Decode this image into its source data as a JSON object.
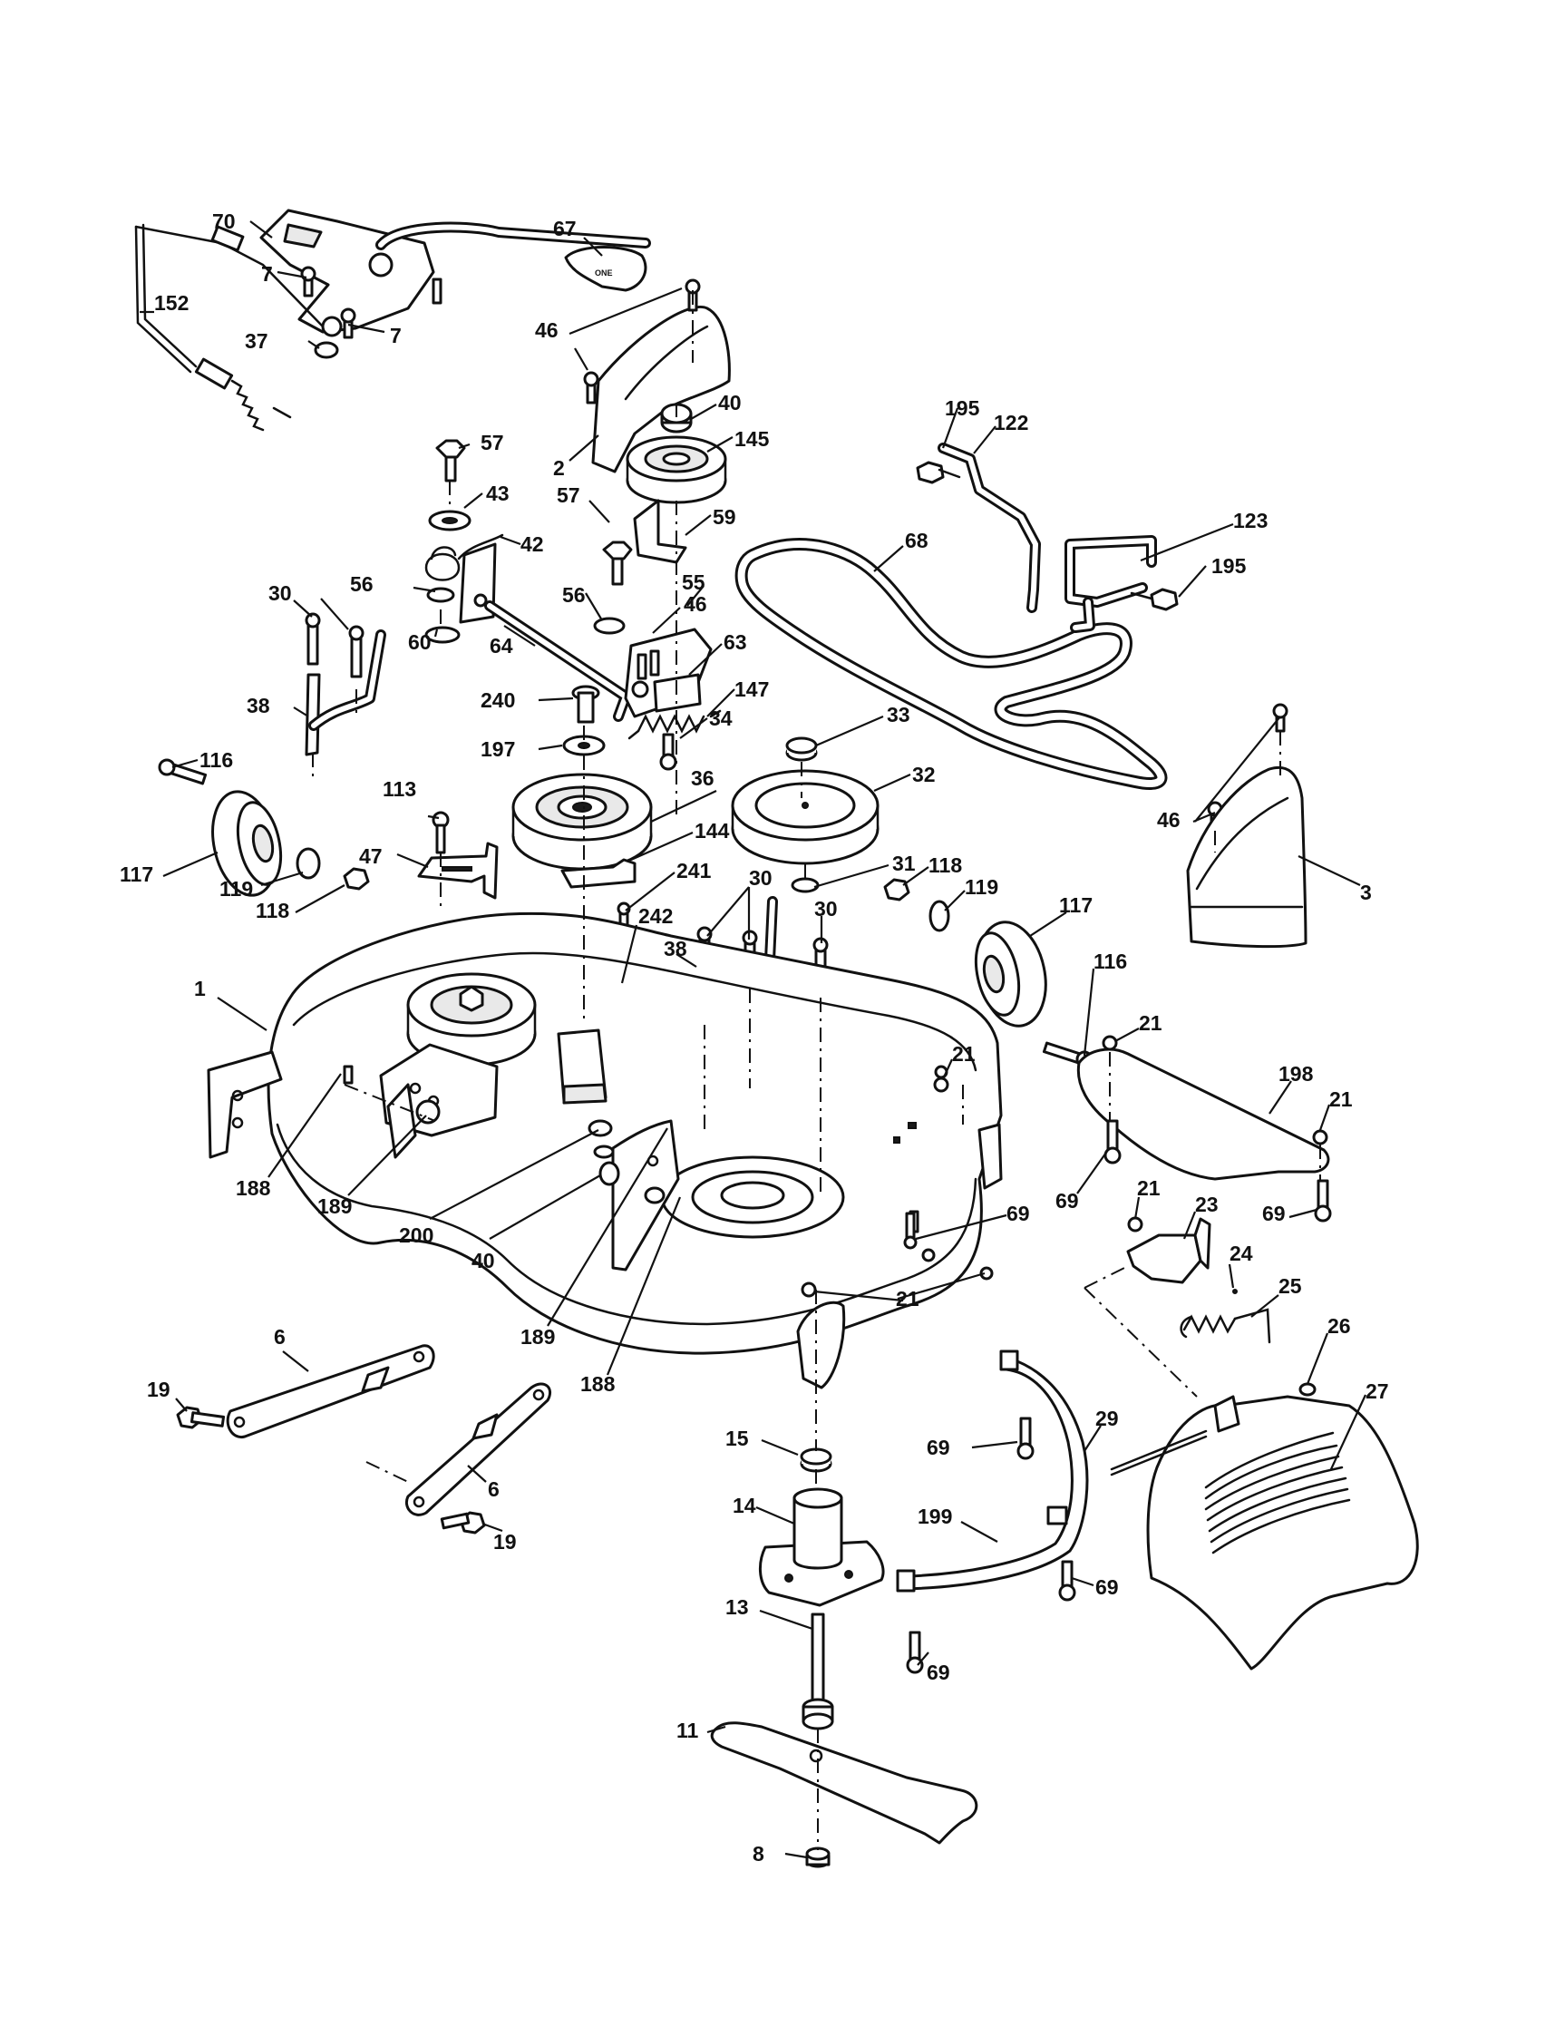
{
  "diagram": {
    "callouts": [
      {
        "id": "70",
        "label": "70"
      },
      {
        "id": "67",
        "label": "67"
      },
      {
        "id": "7a",
        "label": "7"
      },
      {
        "id": "7b",
        "label": "7"
      },
      {
        "id": "152",
        "label": "152"
      },
      {
        "id": "37",
        "label": "37"
      },
      {
        "id": "46a",
        "label": "46"
      },
      {
        "id": "40a",
        "label": "40"
      },
      {
        "id": "2",
        "label": "2"
      },
      {
        "id": "145",
        "label": "145"
      },
      {
        "id": "57a",
        "label": "57"
      },
      {
        "id": "43",
        "label": "43"
      },
      {
        "id": "42",
        "label": "42"
      },
      {
        "id": "57b",
        "label": "57"
      },
      {
        "id": "59",
        "label": "59"
      },
      {
        "id": "195a",
        "label": "195"
      },
      {
        "id": "122",
        "label": "122"
      },
      {
        "id": "123",
        "label": "123"
      },
      {
        "id": "195b",
        "label": "195"
      },
      {
        "id": "68",
        "label": "68"
      },
      {
        "id": "30a",
        "label": "30"
      },
      {
        "id": "56a",
        "label": "56"
      },
      {
        "id": "56b",
        "label": "56"
      },
      {
        "id": "55",
        "label": "55"
      },
      {
        "id": "46b",
        "label": "46"
      },
      {
        "id": "60",
        "label": "60"
      },
      {
        "id": "64",
        "label": "64"
      },
      {
        "id": "63",
        "label": "63"
      },
      {
        "id": "38a",
        "label": "38"
      },
      {
        "id": "240",
        "label": "240"
      },
      {
        "id": "147",
        "label": "147"
      },
      {
        "id": "34",
        "label": "34"
      },
      {
        "id": "197",
        "label": "197"
      },
      {
        "id": "33",
        "label": "33"
      },
      {
        "id": "116a",
        "label": "116"
      },
      {
        "id": "36",
        "label": "36"
      },
      {
        "id": "32",
        "label": "32"
      },
      {
        "id": "113",
        "label": "113"
      },
      {
        "id": "144",
        "label": "144"
      },
      {
        "id": "46c",
        "label": "46"
      },
      {
        "id": "47",
        "label": "47"
      },
      {
        "id": "31",
        "label": "31"
      },
      {
        "id": "3",
        "label": "3"
      },
      {
        "id": "117a",
        "label": "117"
      },
      {
        "id": "119a",
        "label": "119"
      },
      {
        "id": "118a",
        "label": "118"
      },
      {
        "id": "241",
        "label": "241"
      },
      {
        "id": "118b",
        "label": "118"
      },
      {
        "id": "30b",
        "label": "30"
      },
      {
        "id": "119b",
        "label": "119"
      },
      {
        "id": "117b",
        "label": "117"
      },
      {
        "id": "30c",
        "label": "30"
      },
      {
        "id": "242",
        "label": "242"
      },
      {
        "id": "38b",
        "label": "38"
      },
      {
        "id": "116b",
        "label": "116"
      },
      {
        "id": "1",
        "label": "1"
      },
      {
        "id": "21a",
        "label": "21"
      },
      {
        "id": "21b",
        "label": "21"
      },
      {
        "id": "198",
        "label": "198"
      },
      {
        "id": "21c",
        "label": "21"
      },
      {
        "id": "188a",
        "label": "188"
      },
      {
        "id": "189a",
        "label": "189"
      },
      {
        "id": "200",
        "label": "200"
      },
      {
        "id": "40b",
        "label": "40"
      },
      {
        "id": "69a",
        "label": "69"
      },
      {
        "id": "69b",
        "label": "69"
      },
      {
        "id": "21d",
        "label": "21"
      },
      {
        "id": "23",
        "label": "23"
      },
      {
        "id": "69c",
        "label": "69"
      },
      {
        "id": "24",
        "label": "24"
      },
      {
        "id": "21e",
        "label": "21"
      },
      {
        "id": "25",
        "label": "25"
      },
      {
        "id": "189b",
        "label": "189"
      },
      {
        "id": "26",
        "label": "26"
      },
      {
        "id": "6a",
        "label": "6"
      },
      {
        "id": "19a",
        "label": "19"
      },
      {
        "id": "188b",
        "label": "188"
      },
      {
        "id": "27",
        "label": "27"
      },
      {
        "id": "15",
        "label": "15"
      },
      {
        "id": "69d",
        "label": "69"
      },
      {
        "id": "29",
        "label": "29"
      },
      {
        "id": "6b",
        "label": "6"
      },
      {
        "id": "14",
        "label": "14"
      },
      {
        "id": "199",
        "label": "199"
      },
      {
        "id": "19b",
        "label": "19"
      },
      {
        "id": "69e",
        "label": "69"
      },
      {
        "id": "13",
        "label": "13"
      },
      {
        "id": "69f",
        "label": "69"
      },
      {
        "id": "11",
        "label": "11"
      },
      {
        "id": "8",
        "label": "8"
      }
    ],
    "brand_tag": "ONE"
  }
}
